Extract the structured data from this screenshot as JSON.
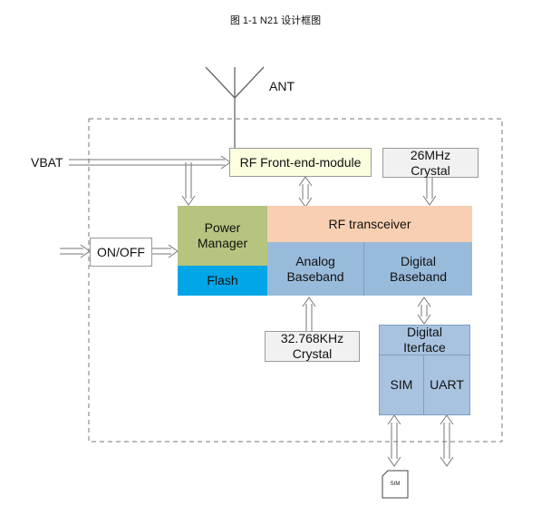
{
  "title": "图 1-1  N21 设计框图",
  "labels": {
    "ant": "ANT",
    "vbat": "VBAT"
  },
  "blocks": {
    "rf_front_end": "RF Front-end-module",
    "crystal_26": "26MHz\nCrystal",
    "power_manager": "Power\nManager",
    "flash": "Flash",
    "rf_transceiver": "RF transceiver",
    "analog_baseband": "Analog\nBaseband",
    "digital_baseband": "Digital\nBaseband",
    "onoff": "ON/OFF",
    "crystal_32": "32.768KHz\nCrystal",
    "digital_interface": "Digital\nIterface",
    "sim": "SIM",
    "uart": "UART",
    "sim_card": "SIM"
  },
  "colors": {
    "power_manager": "#b5c47e",
    "flash": "#00a6e6",
    "rf_transceiver": "#f8cfb2",
    "baseband": "#99bbdb",
    "digital_interface": "#a8c3e0",
    "rf_front_end": "#fdfde0",
    "crystal": "#f1f1f1"
  }
}
